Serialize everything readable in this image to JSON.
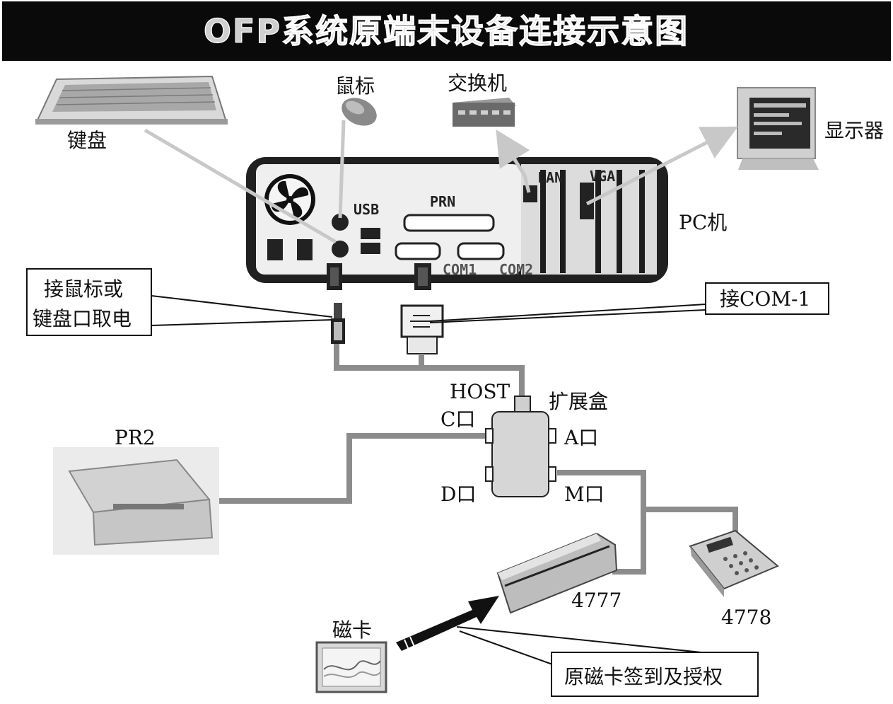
{
  "title": "OFP系统原端末设备连接示意图",
  "devices": {
    "keyboard": "键盘",
    "mouse": "鼠标",
    "switch": "交换机",
    "monitor": "显示器",
    "pc": "PC机",
    "expansion_box": "扩展盒",
    "printer": "PR2",
    "card_reader": "4777",
    "keypad": "4778",
    "magnetic_card": "磁卡"
  },
  "pc_ports": {
    "usb": "USB",
    "prn": "PRN",
    "lan": "LAN",
    "vga": "VGA",
    "com1": "COM1",
    "com2": "COM2"
  },
  "box_ports": {
    "host": "HOST",
    "c": "C口",
    "a": "A口",
    "d": "D口",
    "m": "M口"
  },
  "callouts": {
    "power_line1": "接鼠标或",
    "power_line2": "键盘口取电",
    "com": "接COM-1",
    "card": "原磁卡签到及授权"
  }
}
